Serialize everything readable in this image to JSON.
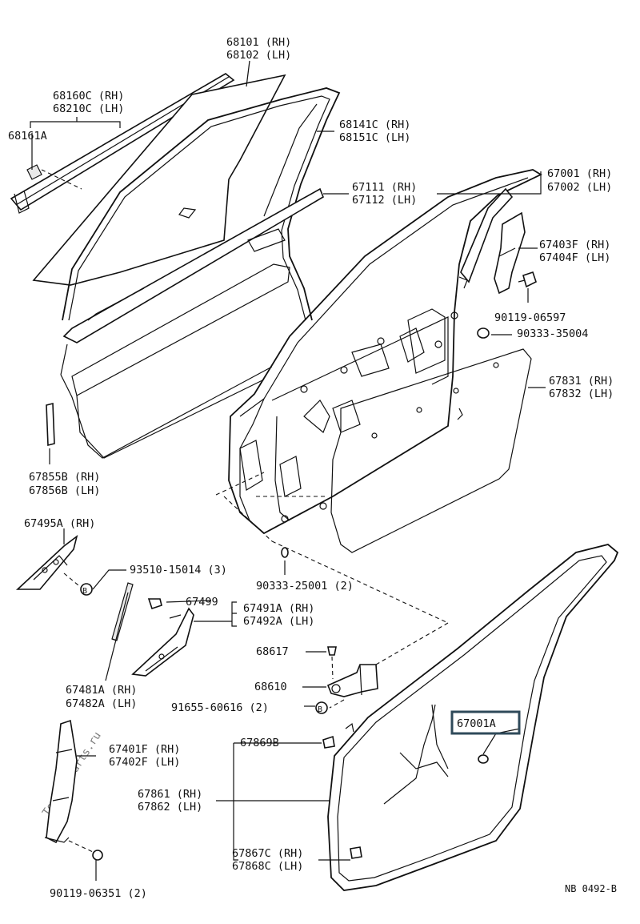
{
  "watermark": "Toyota-Parts.ru",
  "diagram_code": "NB  0492-B",
  "labels": {
    "p68101": "68101 (RH)",
    "p68102": "68102 (LH)",
    "p68160c": "68160C (RH)",
    "p68210c": "68210C (LH)",
    "p68161a": "68161A",
    "p68141c": "68141C (RH)",
    "p68151c": "68151C (LH)",
    "p67111": "67111 (RH)",
    "p67112": "67112 (LH)",
    "p67001": "67001 (RH)",
    "p67002": "67002 (LH)",
    "p67403f": "67403F (RH)",
    "p67404f": "67404F (LH)",
    "p90119_06597": "90119-06597",
    "p90333_35004": "90333-35004",
    "p67831": "67831 (RH)",
    "p67832": "67832 (LH)",
    "p67855b": "67855B (RH)",
    "p67856b": "67856B (LH)",
    "p67495a": "67495A (RH)",
    "p93510": "93510-15014 (3)",
    "p90333_25001": "90333-25001 (2)",
    "p67499": "67499",
    "p67491a": "67491A (RH)",
    "p67492a": "67492A (LH)",
    "p68617": "68617",
    "p68610": "68610",
    "p91655": "91655-60616 (2)",
    "p67481a": "67481A (RH)",
    "p67482a": "67482A (LH)",
    "p67001a": "67001A",
    "p67869b": "67869B",
    "p67401f": "67401F (RH)",
    "p67402f": "67402F (LH)",
    "p67861": "67861 (RH)",
    "p67862": "67862 (LH)",
    "p67867c": "67867C (RH)",
    "p67868c": "67868C (LH)",
    "p90119_06351": "90119-06351 (2)"
  },
  "callout_marker": "B"
}
